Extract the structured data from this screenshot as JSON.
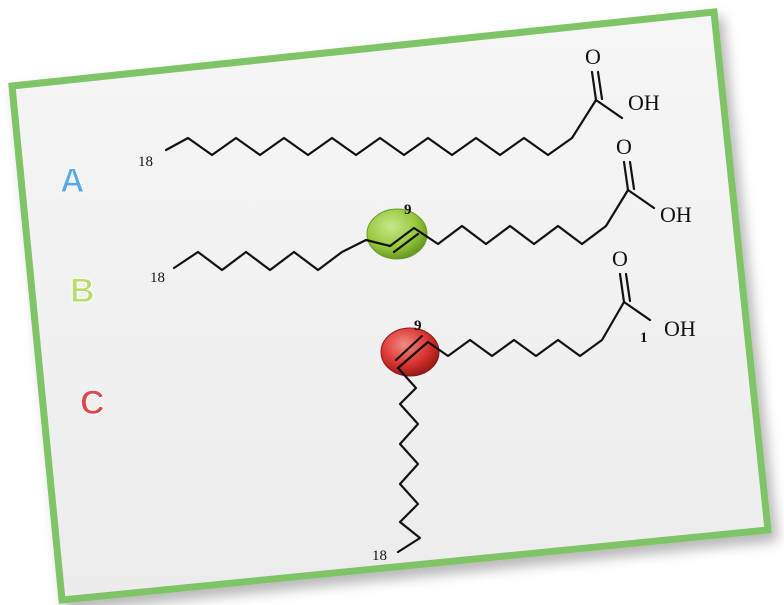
{
  "panel": {
    "border_color": "#7fc466",
    "background_color": "#f1f1f1"
  },
  "labels": {
    "a": {
      "text": "A",
      "color": "#5aa8e6"
    },
    "b": {
      "text": "B",
      "color": "#b9dc6a"
    },
    "c": {
      "text": "C",
      "color": "#e0474a"
    }
  },
  "structures": {
    "a": {
      "carbon_18": "18",
      "oxygen": "O",
      "hydroxyl": "OH"
    },
    "b": {
      "carbon_18": "18",
      "carbon_9": "9",
      "oxygen": "O",
      "hydroxyl": "OH",
      "highlight_color": "#9ccd3c"
    },
    "c": {
      "carbon_18": "18",
      "carbon_9": "9",
      "carbon_1": "1",
      "oxygen": "O",
      "hydroxyl": "OH",
      "highlight_color": "#d9332f"
    }
  }
}
